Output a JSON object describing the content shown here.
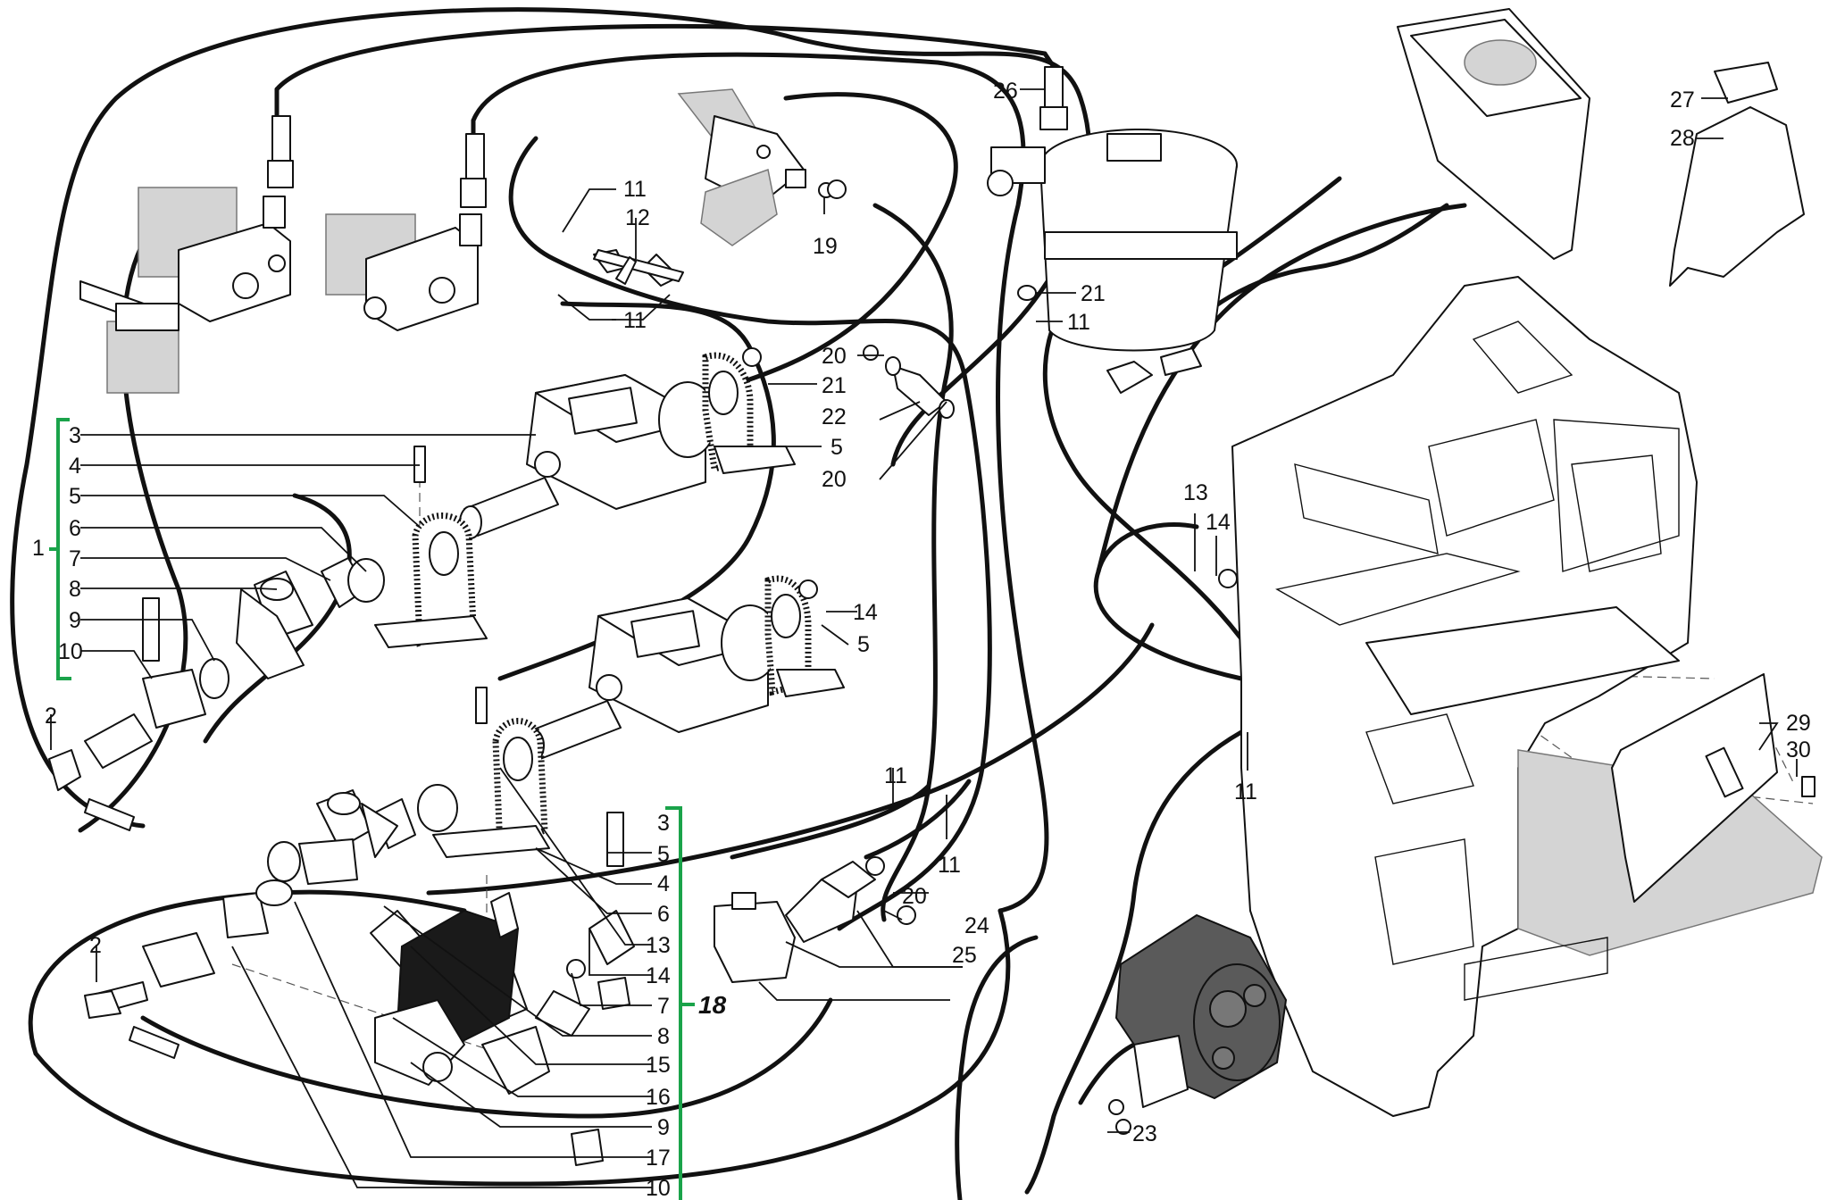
{
  "diagram": {
    "callouts": {
      "n1": "1",
      "n2": "2",
      "n3": "3",
      "n4": "4",
      "n5": "5",
      "n6": "6",
      "n7": "7",
      "n8": "8",
      "n9": "9",
      "n10": "10",
      "n11": "11",
      "n12": "12",
      "n13": "13",
      "n14": "14",
      "n15": "15",
      "n16": "16",
      "n17": "17",
      "n18": "18",
      "n19": "19",
      "n20": "20",
      "n21": "21",
      "n22": "22",
      "n23": "23",
      "n24": "24",
      "n25": "25",
      "n26": "26",
      "n27": "27",
      "n28": "28",
      "n29": "29",
      "n30": "30"
    },
    "colors": {
      "bracket": "#1aa34a",
      "line": "#111111",
      "shade": "#d4d4d4",
      "motor": "#5a5a5a"
    }
  }
}
